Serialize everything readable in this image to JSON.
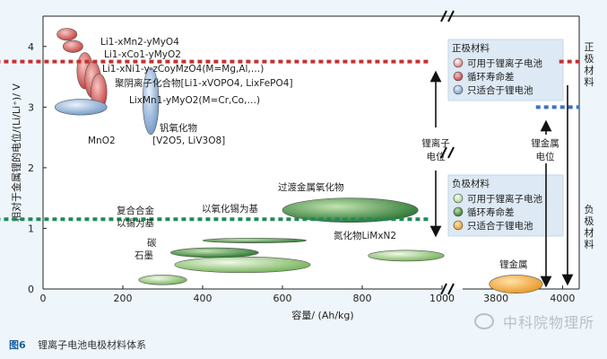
{
  "chart_data": {
    "type": "scatter",
    "ylabel": "相对于金属锂的电位/(Li/Li⁺)/ V",
    "xlabel": "容量/ (Ah/kg)",
    "x_ticks": [
      "0",
      "200",
      "400",
      "600",
      "800",
      "1000",
      "3800",
      "4000"
    ],
    "y_ticks": [
      "0",
      "1",
      "2",
      "3",
      "4"
    ],
    "ylim": [
      0,
      4.5
    ],
    "x_segment1": [
      0,
      1000
    ],
    "x_segment2": [
      3700,
      4050
    ],
    "cathodes": [
      {
        "label": "Li1-xMn2-yMyO4",
        "cx": 60,
        "cy": 4.2,
        "rx": 25,
        "ry": 0.1,
        "type": "red"
      },
      {
        "label": "Li1-xCo1-yMyO2",
        "cx": 75,
        "cy": 4.0,
        "rx": 25,
        "ry": 0.1,
        "type": "red"
      },
      {
        "label": "Li1-xNi1-y-zCoyMzO4(M=Mg,Al,…)",
        "cx": 105,
        "cy": 3.6,
        "rx": 20,
        "ry": 0.3,
        "type": "red"
      },
      {
        "label": "聚阴离子化合物[Li1-xVOPO4, LixFePO4]",
        "cx": 125,
        "cy": 3.45,
        "rx": 20,
        "ry": 0.3,
        "type": "red"
      },
      {
        "label": "LixMn1-yMyO2(M=Cr,Co,…)",
        "cx": 140,
        "cy": 3.25,
        "rx": 20,
        "ry": 0.3,
        "type": "red"
      },
      {
        "label": "MnO2",
        "cx": 95,
        "cy": 3.0,
        "rx": 65,
        "ry": 0.13,
        "type": "blue"
      },
      {
        "label": "钒氧化物[V2O5, LiV3O8]",
        "cx": 270,
        "cy": 3.1,
        "rx": 20,
        "ry": 0.55,
        "type": "blue"
      }
    ],
    "anodes": [
      {
        "label": "石墨",
        "cx": 300,
        "cy": 0.15,
        "rx": 60,
        "ry": 0.08,
        "type": "green"
      },
      {
        "label": "碳",
        "cx": 500,
        "cy": 0.4,
        "rx": 170,
        "ry": 0.13,
        "type": "green"
      },
      {
        "label": "复合合金以锡为基",
        "cx": 430,
        "cy": 0.6,
        "rx": 110,
        "ry": 0.08,
        "type": "green_dark"
      },
      {
        "label": "以氧化锡为基",
        "cx": 530,
        "cy": 0.8,
        "rx": 130,
        "ry": 0.04,
        "type": "green_dark"
      },
      {
        "label": "过渡金属氧化物",
        "cx": 770,
        "cy": 1.3,
        "rx": 170,
        "ry": 0.2,
        "type": "green_dark"
      },
      {
        "label": "氮化物LiMxN2",
        "cx": 910,
        "cy": 0.55,
        "rx": 95,
        "ry": 0.09,
        "type": "green"
      },
      {
        "label": "锂金属",
        "cx": 3860,
        "cy": 0.08,
        "rx": 80,
        "ry": 0.15,
        "type": "orange"
      }
    ],
    "reference_levels": [
      {
        "label": "锂离子电位",
        "y": 1.15,
        "color": "#1e8a5a",
        "x_from": 965,
        "x_to": 1040
      },
      {
        "label": "锂金属电位",
        "y": 3.0,
        "color": "#3b74c4",
        "x_from": 3920,
        "x_to": 4050
      },
      {
        "label": "",
        "y": 3.75,
        "color": "#c43232",
        "x_from": 965,
        "x_to": 1040
      },
      {
        "label": "",
        "y": 3.75,
        "color": "#c43232",
        "x_from": 3990,
        "x_to": 4050
      }
    ],
    "legend_cathode": {
      "title": "正极材料",
      "items": [
        {
          "text": "可用于锂离子电池",
          "type": "red_light"
        },
        {
          "text": "循环寿命差",
          "type": "red"
        },
        {
          "text": "只适合于锂电池",
          "type": "blue"
        }
      ]
    },
    "legend_anode": {
      "title": "负极材料",
      "items": [
        {
          "text": "可用于锂离子电池",
          "type": "green_light"
        },
        {
          "text": "循环寿命差",
          "type": "green_dark"
        },
        {
          "text": "只适合于锂电池",
          "type": "orange"
        }
      ]
    },
    "side_labels": {
      "top": "正极材料",
      "bottom": "负极材料"
    }
  },
  "caption": {
    "fig": "图6",
    "text": "锂离子电池电极材料体系"
  },
  "watermark": "中科院物理所",
  "colors": {
    "red": "#d24a4a",
    "red_light": "#f2b3ad",
    "blue": "#8fb2d8",
    "green": "#7cbb5a",
    "green_light": "#cfe8b4",
    "green_dark": "#2f8a3a",
    "orange": "#f0a838",
    "panel": "#dde9f4"
  }
}
